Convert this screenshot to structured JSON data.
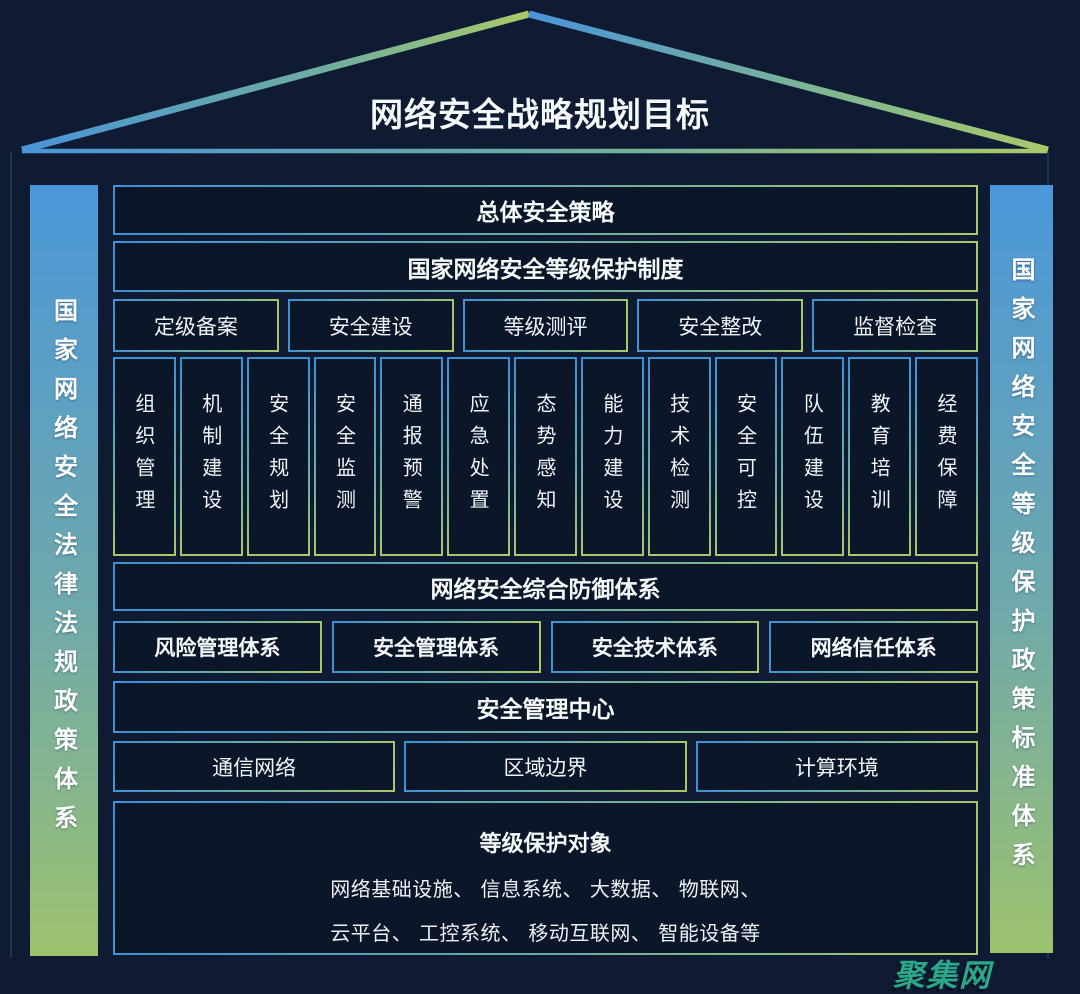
{
  "title": "网络安全战略规划目标",
  "pillars": {
    "left": "国家网络安全法律法规政策体系",
    "right": "国家网络安全等级保护政策标准体系"
  },
  "rows": {
    "overall_policy": "总体安全策略",
    "mlps_system": "国家网络安全等级保护制度",
    "mlps_steps": [
      "定级备案",
      "安全建设",
      "等级测评",
      "安全整改",
      "监督检查"
    ],
    "capability_columns": [
      "组织管理",
      "机制建设",
      "安全规划",
      "安全监测",
      "通报预警",
      "应急处置",
      "态势感知",
      "能力建设",
      "技术检测",
      "安全可控",
      "队伍建设",
      "教育培训",
      "经费保障"
    ],
    "defense_system": "网络安全综合防御体系",
    "defense_subsystems": [
      "风险管理体系",
      "安全管理体系",
      "安全技术体系",
      "网络信任体系"
    ],
    "security_mgmt_center": "安全管理中心",
    "protection_domains": [
      "通信网络",
      "区域边界",
      "计算环境"
    ],
    "protection_objects": {
      "title": "等级保护对象",
      "line1": "网络基础设施、 信息系统、 大数据、 物联网、",
      "line2": "云平台、 工控系统、 移动互联网、 智能设备等"
    }
  },
  "watermark": "聚集网",
  "colors": {
    "background": "#0e1b33",
    "box_fill": "#0b1628",
    "accent_blue": "#3f90d3",
    "accent_green": "#a8c86a",
    "text": "#f5f8fc",
    "watermark": "#2ba78a"
  }
}
